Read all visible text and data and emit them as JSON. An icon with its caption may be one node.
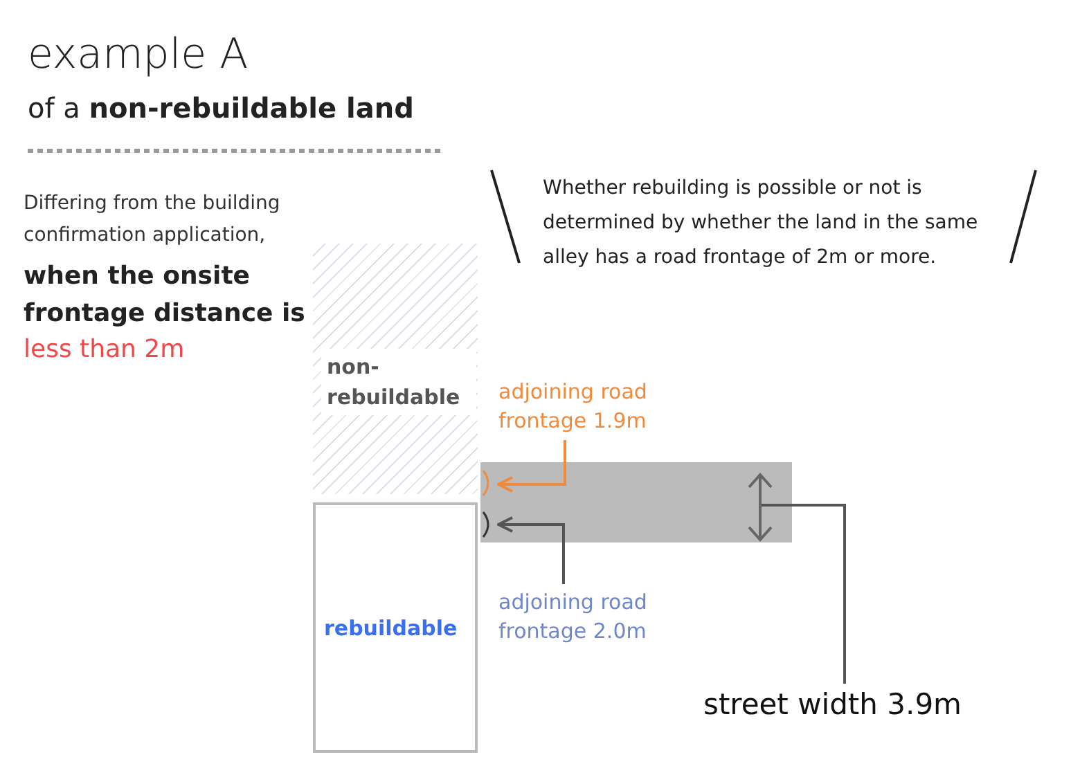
{
  "diagram": {
    "title": "example A",
    "nodes": [
      {
        "text": [
          "non-rebuildable"
        ]
      },
      {
        "text": [
          "rebuildable"
        ]
      },
      {
        "text": [],
        "shape": "bar"
      },
      {
        "text": [
          "adjoining road frontage 1.9m"
        ]
      },
      {
        "text": [
          "adjoining road frontage 2.0m"
        ]
      },
      {
        "text": [
          "street width 3.9m"
        ]
      }
    ],
    "edges": [
      {
        "from": 3,
        "to": 2,
        "arrow": "to",
        "color": "#f08a3c"
      },
      {
        "from": 4,
        "to": 2,
        "arrow": "to"
      },
      {
        "from": 5,
        "to": 2,
        "arrow": "none"
      }
    ],
    "labels": [
      "of a **non-rebuildable land**",
      "Differing from the building confirmation application,",
      "when the onsite frontage distance is",
      "less than 2m",
      "Whether rebuilding is possible or not is determined by whether the land in the same alley has a road frontage of 2m or more."
    ]
  }
}
